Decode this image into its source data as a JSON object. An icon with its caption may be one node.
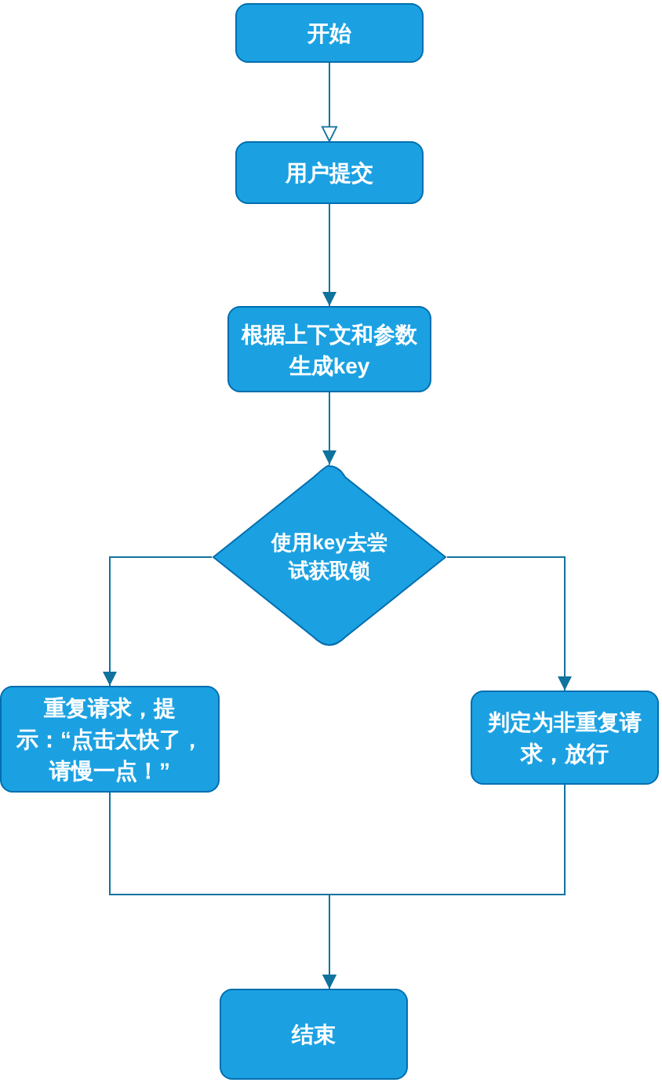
{
  "diagram": {
    "nodes": [
      {
        "text": [
          "开始"
        ]
      },
      {
        "text": [
          "用户提交"
        ]
      },
      {
        "text": [
          "根据上下文和参数生成key"
        ]
      },
      {
        "text": [
          "使用key去尝试获取锁"
        ]
      },
      {
        "text": [
          "重复请求，提示：“点击太快了，请慢一点！”"
        ]
      },
      {
        "text": [
          "判定为非重复请求，放行"
        ]
      },
      {
        "text": [
          "结束"
        ]
      }
    ],
    "edges": [
      {
        "from": 0,
        "to": 1,
        "arrow": "to"
      },
      {
        "from": 1,
        "to": 2,
        "arrow": "to"
      },
      {
        "from": 2,
        "to": 3,
        "arrow": "to"
      },
      {
        "from": 3,
        "to": 4,
        "arrow": "to"
      },
      {
        "from": 3,
        "to": 5,
        "arrow": "to"
      },
      {
        "from": 4,
        "to": 6,
        "arrow": "to"
      },
      {
        "from": 5,
        "to": 6,
        "arrow": "to"
      }
    ]
  }
}
